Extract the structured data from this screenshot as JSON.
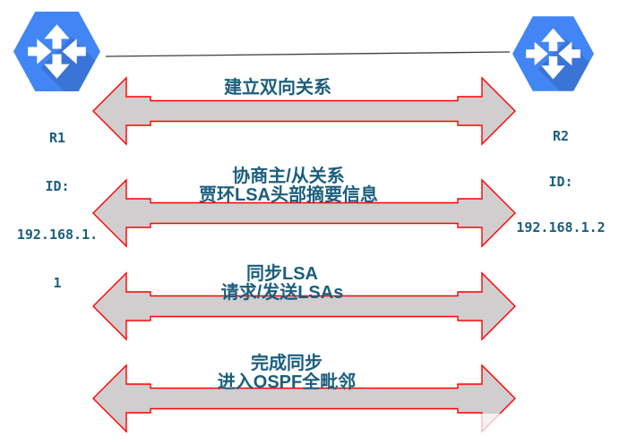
{
  "routers": {
    "r1": {
      "lines": [
        "R1",
        "ID:",
        "192.168.1.",
        "1"
      ]
    },
    "r2": {
      "lines": [
        "R2",
        "ID:",
        "192.168.1.2"
      ]
    }
  },
  "steps": [
    {
      "lines": [
        "建立双向关系",
        ""
      ]
    },
    {
      "lines": [
        "协商主/从关系",
        "贾环LSA头部摘要信息"
      ]
    },
    {
      "lines": [
        "同步LSA",
        "请求/发送LSAs"
      ]
    },
    {
      "lines": [
        "完成同步",
        "进入OSPF全毗邻"
      ]
    }
  ],
  "icons": {
    "router": "cloud-router-hexagon-icon"
  },
  "colors": {
    "label_text": "#1b5e7d",
    "arrow_fill": "#d0cece",
    "arrow_border": "#ff0000",
    "router_blue": "#4285f4",
    "link_line": "#3d3d3d"
  }
}
